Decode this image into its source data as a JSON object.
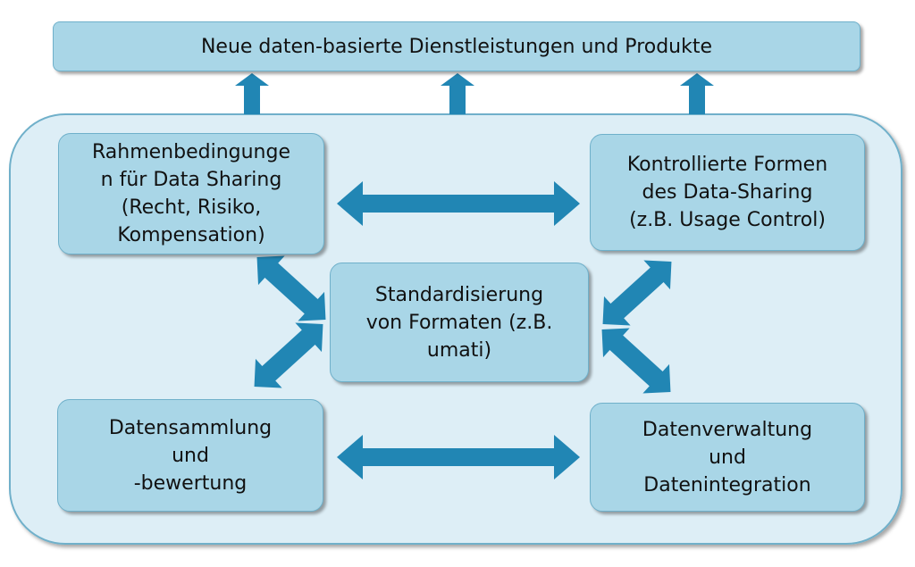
{
  "colors": {
    "container_fill": "#ddeef6",
    "container_stroke": "#6fb0ca",
    "box_fill": "#a9d6e7",
    "arrow_fill": "#2186b4"
  },
  "boxes": {
    "top": "Neue daten-basierte Dienstleistungen und Produkte",
    "top_left": "Rahmenbedingunge\nn für Data Sharing\n(Recht, Risiko,\nKompensation)",
    "top_right": "Kontrollierte Formen\ndes Data-Sharing\n(z.B. Usage Control)",
    "center": "Standardisierung\nvon Formaten (z.B.\numati)",
    "bottom_left": "Datensammlung\nund\n-bewertung",
    "bottom_right": "Datenverwaltung\nund\nDatenintegration"
  }
}
